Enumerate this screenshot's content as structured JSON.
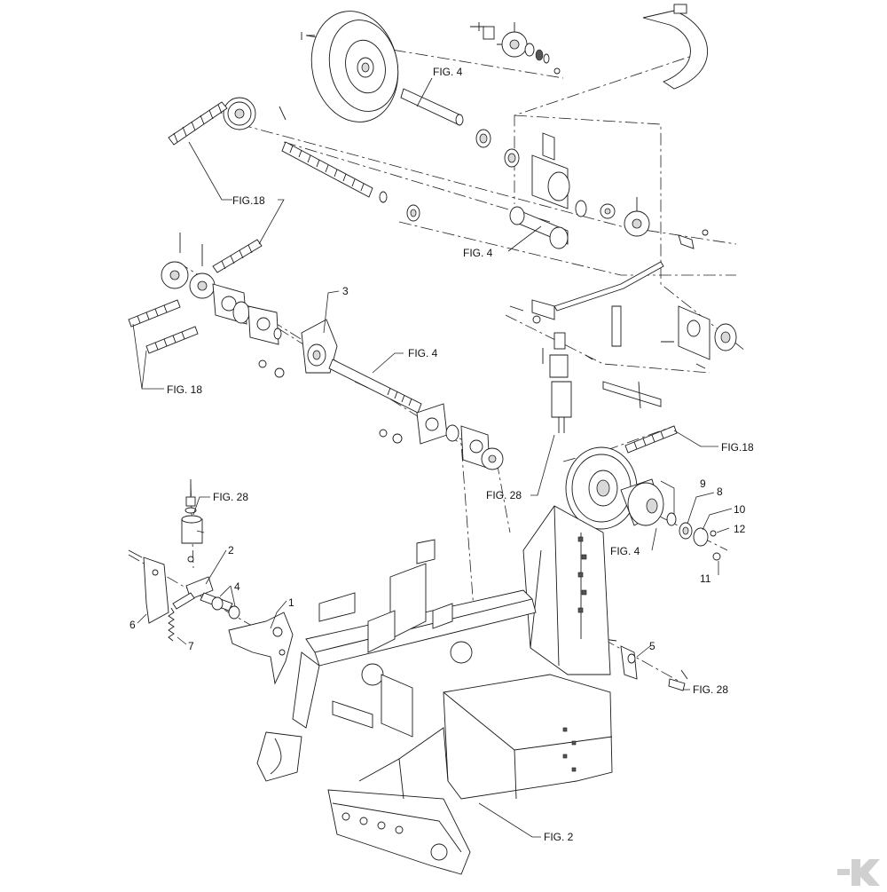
{
  "labels": {
    "fig4_top": "FIG. 4",
    "fig18_upper": "FIG.18",
    "fig4_middle": "FIG. 4",
    "fig4_shaft": "FIG. 4",
    "fig18_left": "FIG. 18",
    "fig18_right": "FIG.18",
    "fig28_center": "FIG. 28",
    "fig28_left": "FIG. 28",
    "fig4_right": "FIG. 4",
    "fig28_bottom": "FIG. 28",
    "fig2": "FIG. 2"
  },
  "callouts": {
    "n1": "1",
    "n2": "2",
    "n3": "3",
    "n4": "4",
    "n5": "5",
    "n6": "6",
    "n7": "7",
    "n8": "8",
    "n9": "9",
    "n10": "10",
    "n11": "11",
    "n12": "12"
  },
  "colors": {
    "line": "#1a1a1a",
    "shade": "#d9d9d9",
    "logo": "#d0d0d0"
  }
}
